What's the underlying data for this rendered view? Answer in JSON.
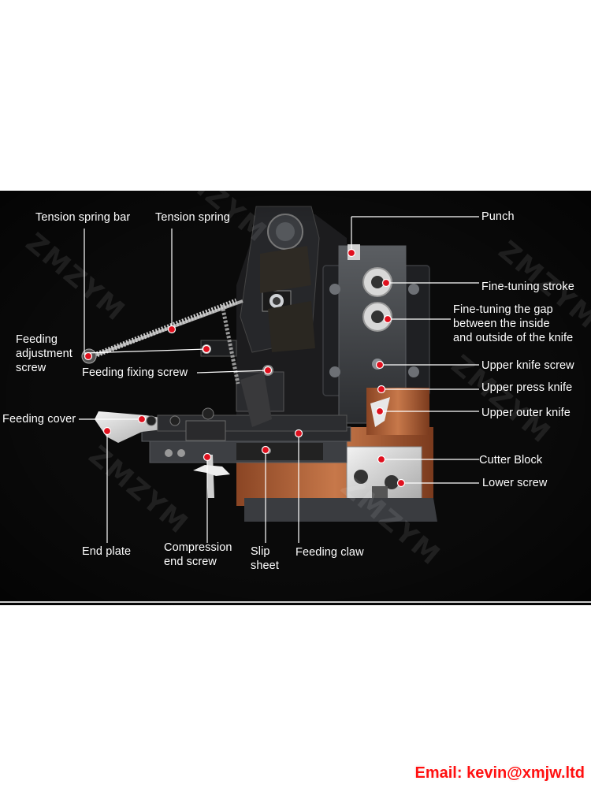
{
  "labels": {
    "tension_spring_bar": "Tension spring bar",
    "tension_spring": "Tension spring",
    "punch": "Punch",
    "fine_tuning_stroke": "Fine-tuning stroke",
    "fine_tuning_gap": "Fine-tuning the gap\nbetween the inside\nand outside of the knife",
    "feeding_adjustment_screw": "Feeding\nadjustment\nscrew",
    "feeding_fixing_screw": "Feeding fixing screw",
    "upper_knife_screw": "Upper knife screw",
    "upper_press_knife": "Upper press knife",
    "upper_outer_knife": "Upper outer knife",
    "feeding_cover": "Feeding cover",
    "cutter_block": "Cutter Block",
    "lower_screw": "Lower screw",
    "end_plate": "End plate",
    "compression_end_screw": "Compression\nend screw",
    "slip_sheet": "Slip\nsheet",
    "feeding_claw": "Feeding claw"
  },
  "watermark": "ZMZYM",
  "email": "Email: kevin@xmjw.ltd",
  "colors": {
    "panel_bg": "#0a0a0a",
    "marker": "#e0101e",
    "leader_line": "#ffffff",
    "copper": "#b8683c",
    "email": "#ff1010"
  }
}
